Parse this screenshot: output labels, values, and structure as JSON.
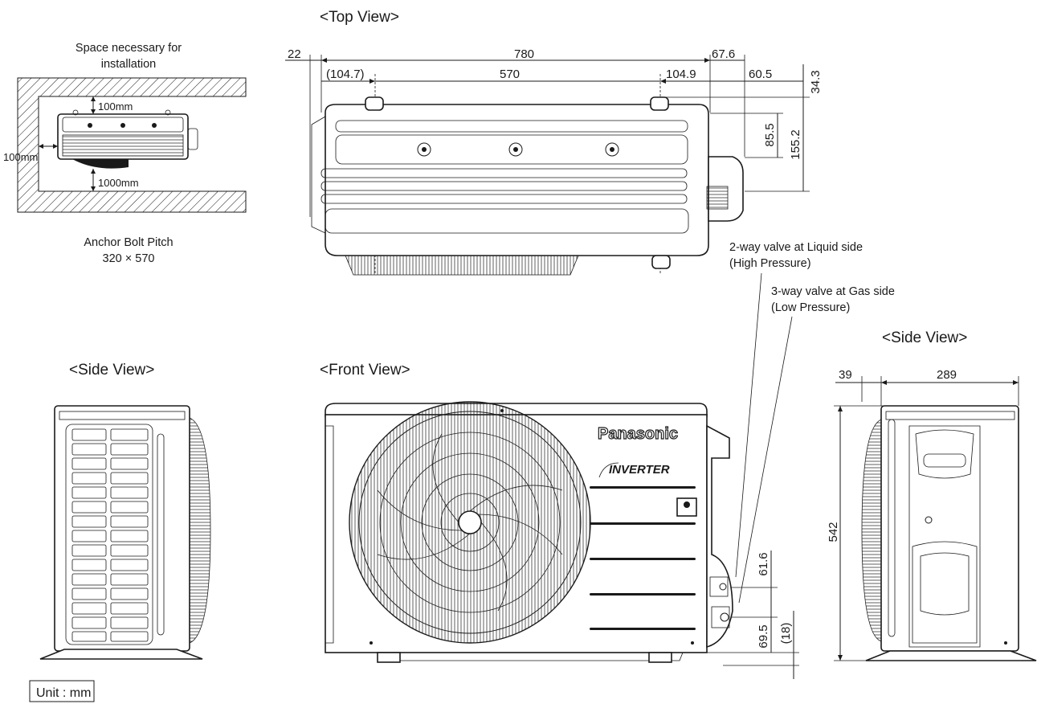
{
  "views": {
    "top": "<Top View>",
    "front": "<Front View>",
    "side_left": "<Side View>",
    "side_right": "<Side View>"
  },
  "installation": {
    "title_line1": "Space necessary for",
    "title_line2": "installation",
    "clearance_top": "100mm",
    "clearance_left": "100mm",
    "clearance_front": "1000mm",
    "anchor_line1": "Anchor Bolt Pitch",
    "anchor_line2": "320 × 570"
  },
  "top_dims": {
    "d22": "22",
    "d780": "780",
    "d67_6": "67.6",
    "d104_7": "(104.7)",
    "d570": "570",
    "d104_9": "104.9",
    "d60_5": "60.5",
    "d34_3": "34.3",
    "d85_5": "85.5",
    "d155_2": "155.2"
  },
  "valves": {
    "liquid_line1": "2-way valve at Liquid side",
    "liquid_line2": "(High Pressure)",
    "gas_line1": "3-way valve at Gas side",
    "gas_line2": "(Low Pressure)"
  },
  "front_dims": {
    "d61_6": "61.6",
    "d69_5": "69.5",
    "d18": "(18)"
  },
  "side_dims": {
    "d39": "39",
    "d289": "289",
    "d542": "542"
  },
  "branding": {
    "brand": "Panasonic",
    "series": "INVERTER"
  },
  "unit_label": "Unit : mm"
}
